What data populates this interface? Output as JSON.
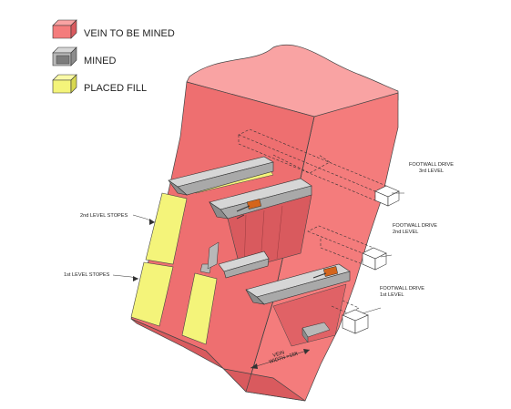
{
  "legend": {
    "items": [
      {
        "label": "VEIN TO BE MINED",
        "color": "#f47c7c"
      },
      {
        "label": "MINED",
        "color": "#b8b8b8"
      },
      {
        "label": "PLACED FILL",
        "color": "#f4f47a"
      }
    ]
  },
  "labels": {
    "footwall_3": [
      "FOOTWALL DRIVE",
      "3rd LEVEL"
    ],
    "footwall_2": [
      "FOOTWALL DRIVE",
      "2nd LEVEL"
    ],
    "footwall_1": [
      "FOOTWALL DRIVE",
      "1st LEVEL"
    ],
    "stopes_2": "2nd LEVEL STOPES",
    "stopes_1": "1st LEVEL STOPES",
    "vein_width": [
      "VEIN",
      "WIDTH >15ft"
    ]
  },
  "colors": {
    "vein": "#f47c7c",
    "vein_dark": "#d95a5e",
    "vein_light": "#f9a3a3",
    "mined": "#b8b8b8",
    "mined_dark": "#8c8c8c",
    "fill": "#f4f47a",
    "machine": "#d4651c"
  }
}
